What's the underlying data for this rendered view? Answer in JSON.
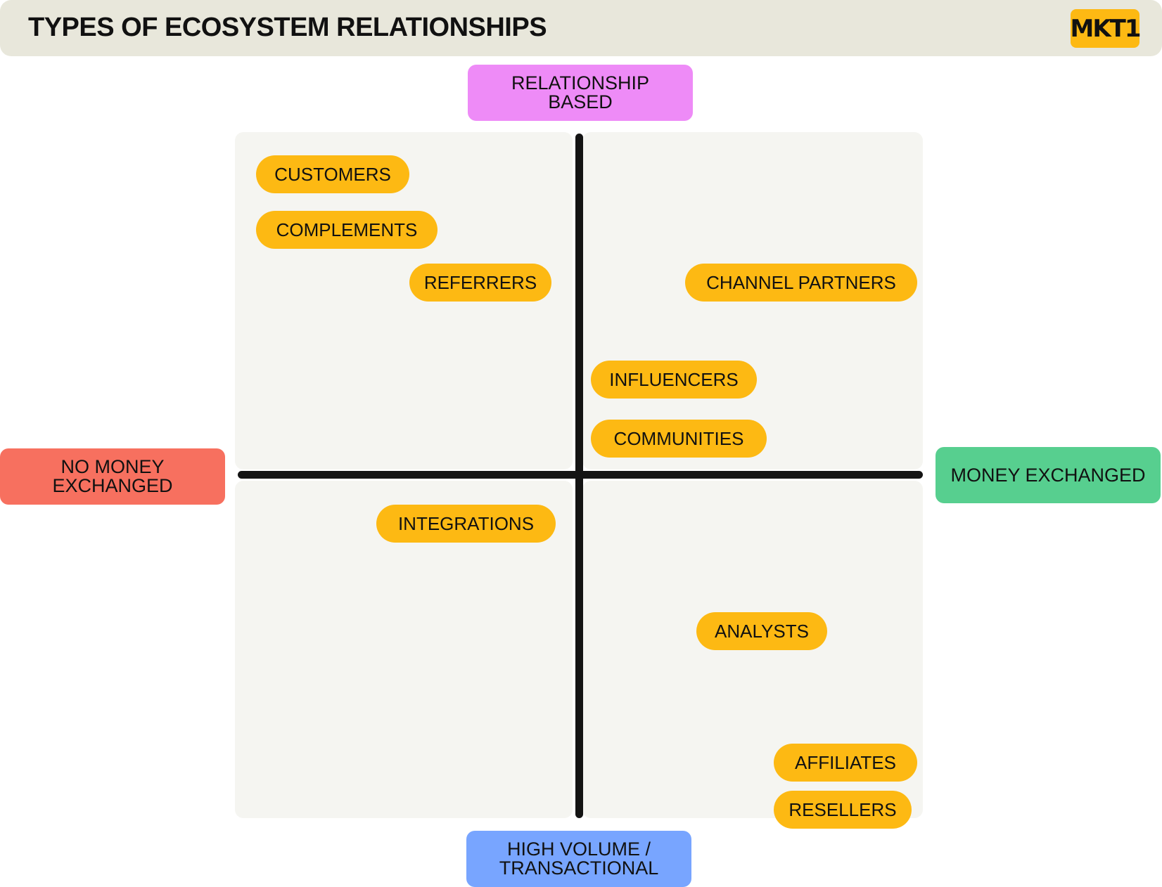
{
  "header": {
    "title": "TYPES OF ECOSYSTEM RELATIONSHIPS",
    "logo_text": "MKT1"
  },
  "axes": {
    "top": "RELATIONSHIP\nBASED",
    "bottom": "HIGH VOLUME /\nTRANSACTIONAL",
    "left": "NO MONEY\nEXCHANGED",
    "right": "MONEY EXCHANGED"
  },
  "quadrants": {
    "top_left": [
      "CUSTOMERS",
      "COMPLEMENTS",
      "REFERRERS"
    ],
    "top_right": [
      "CHANNEL PARTNERS",
      "INFLUENCERS",
      "COMMUNITIES"
    ],
    "bottom_left": [
      "INTEGRATIONS"
    ],
    "bottom_right": [
      "ANALYSTS",
      "AFFILIATES",
      "RESELLERS"
    ]
  },
  "colors": {
    "header_bg": "#e8e7db",
    "pill": "#fdb913",
    "top_axis": "#ee8bf7",
    "bottom_axis": "#78a5ff",
    "left_axis": "#f7705f",
    "right_axis": "#57cf8f",
    "quadrant_bg": "#f5f5f1",
    "axis_line": "#141414"
  }
}
